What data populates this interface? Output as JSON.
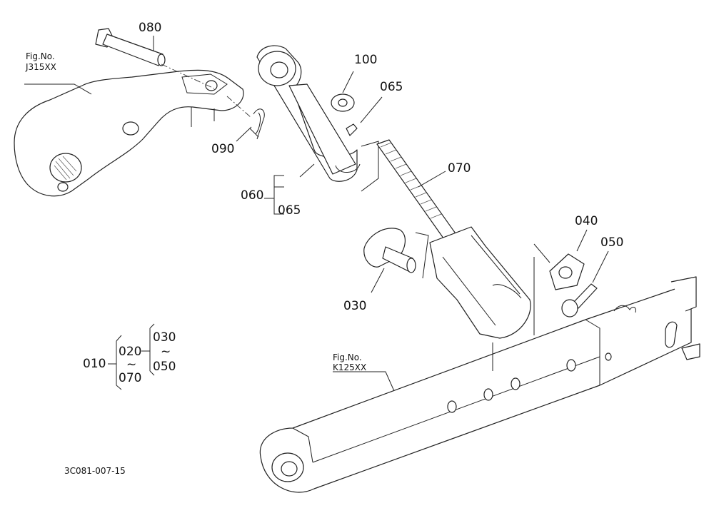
{
  "diagram": {
    "callouts": {
      "p080": "080",
      "p100": "100",
      "p065a": "065",
      "p090": "090",
      "p060": "060",
      "p065b": "065",
      "p070": "070",
      "p040": "040",
      "p050": "050",
      "p030": "030"
    },
    "references": {
      "upper_fig_label": "Fig.No.",
      "upper_fig_id": "J315XX",
      "lower_fig_label": "Fig.No.",
      "lower_fig_id": "K125XX"
    },
    "assembly_legend": {
      "main": "010",
      "sub_from": "020",
      "sub_tilde": "~",
      "sub_to": "070",
      "group_from": "030",
      "group_tilde": "~",
      "group_to": "050"
    },
    "drawing_code": "3C081-007-15"
  }
}
